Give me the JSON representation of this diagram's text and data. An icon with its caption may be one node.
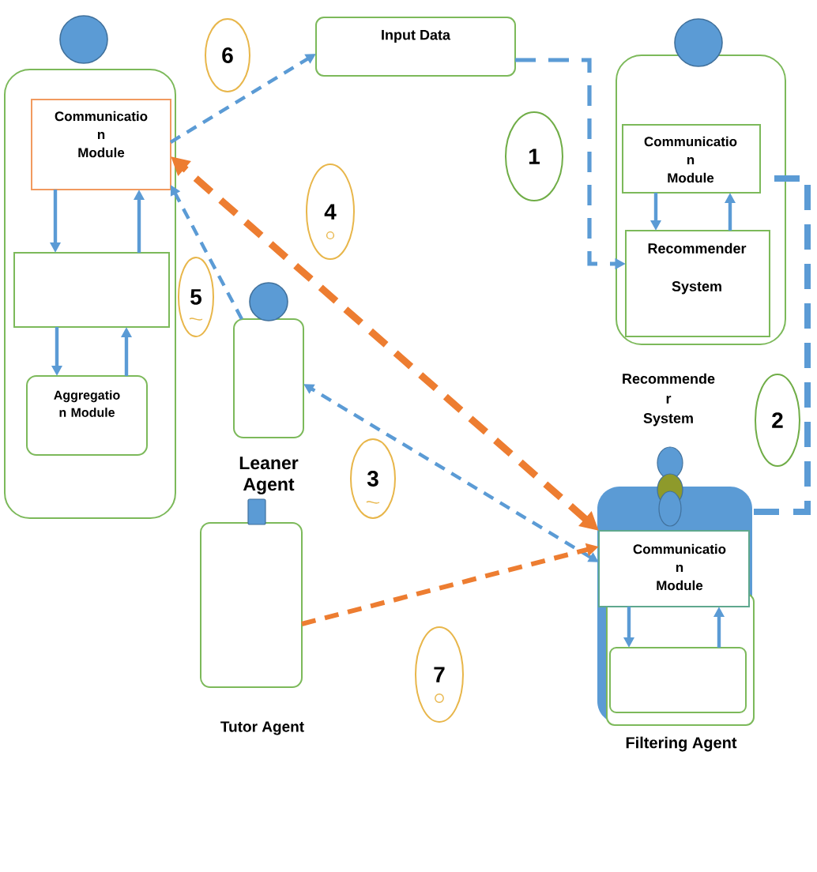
{
  "diagram": {
    "nodes": [
      {
        "text": [],
        "shape": "box"
      },
      {
        "text": [
          "Communicatio n Module"
        ],
        "in": 0
      },
      {
        "text": [],
        "shape": "box",
        "in": 0
      },
      {
        "text": [
          "Aggregatio n Module"
        ],
        "in": 0
      },
      {
        "text": [
          "6"
        ]
      },
      {
        "text": [
          "Input Data"
        ]
      },
      {
        "text": [],
        "shape": "box"
      },
      {
        "text": [
          "Communicatio n Module"
        ],
        "in": 6
      },
      {
        "text": [
          "Recommender System"
        ],
        "in": 6
      },
      {
        "text": [
          "1"
        ]
      },
      {
        "text": [
          "4"
        ]
      },
      {
        "text": [
          "5"
        ]
      },
      {
        "text": [
          "Leaner Agent"
        ]
      },
      {
        "text": [
          "2"
        ]
      },
      {
        "text": [
          "3"
        ]
      },
      {
        "text": [
          "Tutor Agent"
        ]
      },
      {
        "text": [
          "Filtering Agent"
        ]
      },
      {
        "text": [
          "Communicatio n Module"
        ],
        "in": 16
      },
      {
        "text": [],
        "shape": "box",
        "in": 16
      },
      {
        "text": [
          "7"
        ]
      }
    ],
    "edges": [
      {
        "from": 1,
        "to": 5,
        "arrow": "to",
        "style": "dashed"
      },
      {
        "from": 5,
        "to": 8,
        "arrow": "to",
        "style": "dashed"
      },
      {
        "from": 16,
        "to": 7,
        "arrow": "none",
        "style": "dashed"
      },
      {
        "from": 17,
        "to": 12,
        "arrow": "both",
        "style": "dashed"
      },
      {
        "from": 17,
        "to": 1,
        "arrow": "both",
        "style": "dashed",
        "color": "#ed7d31"
      },
      {
        "from": 12,
        "to": 1,
        "arrow": "to",
        "style": "dashed"
      },
      {
        "from": 15,
        "to": 17,
        "arrow": "to",
        "style": "dashed",
        "color": "#ed7d31"
      },
      {
        "from": 1,
        "to": 2,
        "arrow": "to"
      },
      {
        "from": 2,
        "to": 1,
        "arrow": "to"
      },
      {
        "from": 2,
        "to": 3,
        "arrow": "to"
      },
      {
        "from": 3,
        "to": 2,
        "arrow": "to"
      },
      {
        "from": 7,
        "to": 8,
        "arrow": "to"
      },
      {
        "from": 8,
        "to": 7,
        "arrow": "to"
      },
      {
        "from": 17,
        "to": 18,
        "arrow": "to"
      },
      {
        "from": 18,
        "to": 17,
        "arrow": "to"
      }
    ],
    "labels": [
      "Recommende r System"
    ]
  }
}
